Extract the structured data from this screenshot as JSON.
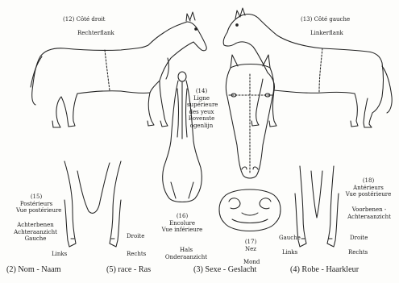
{
  "panels": {
    "right_side": {
      "num": "(12)",
      "fr": "Côté droit",
      "nl": "Rechterflank"
    },
    "left_side": {
      "num": "(13)",
      "fr": "Côté gauche",
      "nl": "Linkerflank"
    },
    "top_line": {
      "num": "(14)",
      "l1": "Ligne",
      "l2": "supérieure",
      "l3": "des yeux",
      "l4": "Bovenste",
      "l5": "ogenlijn"
    },
    "hind_view": {
      "num": "(15)",
      "l1": "Postérieurs",
      "l2": "Vue postérieure",
      "l3": "Achterbenen",
      "l4": "Achteraanzicht",
      "gauche": "Gauche",
      "droite": "Droite",
      "links": "Links",
      "rechts": "Rechts"
    },
    "neck_view": {
      "num": "(16)",
      "l1": "Encolure",
      "l2": "Vue inférieure",
      "l3": "Hals",
      "l4": "Onderaanzicht"
    },
    "nose_view": {
      "num": "(17)",
      "l1": "Nez",
      "l2": "Mond"
    },
    "fore_view": {
      "num": "(18)",
      "l1": "Antérieurs",
      "l2": "Vue postérieure",
      "l3": "Voorbenen -",
      "l4": "Achteraanzicht",
      "gauche": "Gauche",
      "droite": "Droite",
      "links": "Links",
      "rechts": "Rechts"
    }
  },
  "footer": {
    "name": "(2) Nom - Naam",
    "race": "(5) race - Ras",
    "sex": "(3) Sexe - Geslacht",
    "coat": "(4) Robe - Haarkleur"
  }
}
